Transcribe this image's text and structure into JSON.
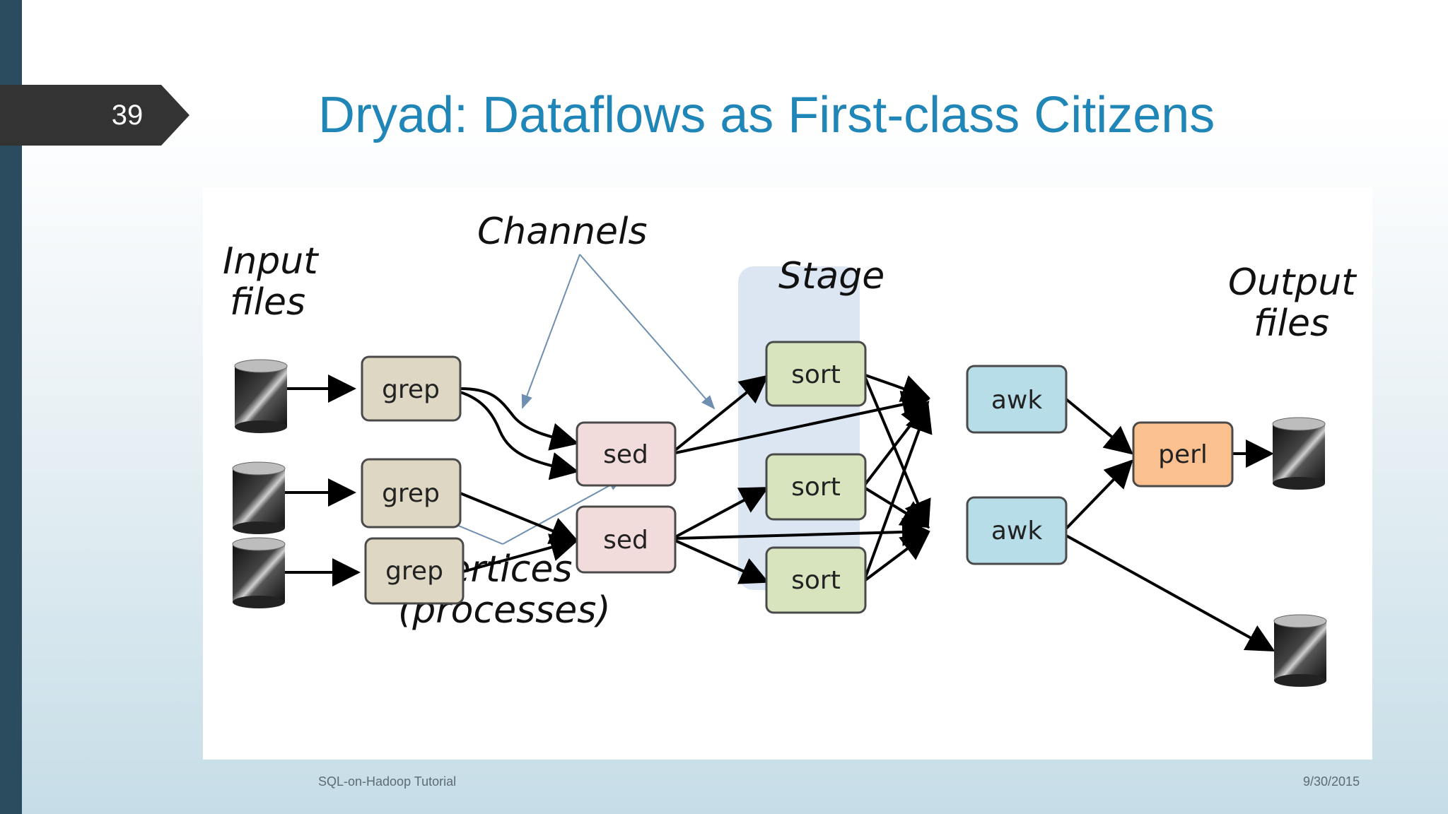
{
  "slide": {
    "number": "39",
    "title": "Dryad: Dataflows as First-class Citizens",
    "footer_left": "SQL-on-Hadoop Tutorial",
    "footer_right": "9/30/2015"
  },
  "diagram": {
    "labels": {
      "input_line1": "Input",
      "input_line2": "files",
      "channels": "Channels",
      "stage": "Stage",
      "output_line1": "Output",
      "output_line2": "files",
      "vertices_line1": "Vertices",
      "vertices_line2": "(processes)"
    },
    "vertices": {
      "grep1": "grep",
      "grep2": "grep",
      "grep3": "grep",
      "sed1": "sed",
      "sed2": "sed",
      "sort1": "sort",
      "sort2": "sort",
      "sort3": "sort",
      "awk1": "awk",
      "awk2": "awk",
      "perl": "perl"
    },
    "colors": {
      "grep": "#ddd7c3",
      "sed": "#f2dcdb",
      "sort": "#d7e4bd",
      "awk": "#b7dde8",
      "perl": "#fac090",
      "stage_band": "#dce6f2"
    }
  }
}
